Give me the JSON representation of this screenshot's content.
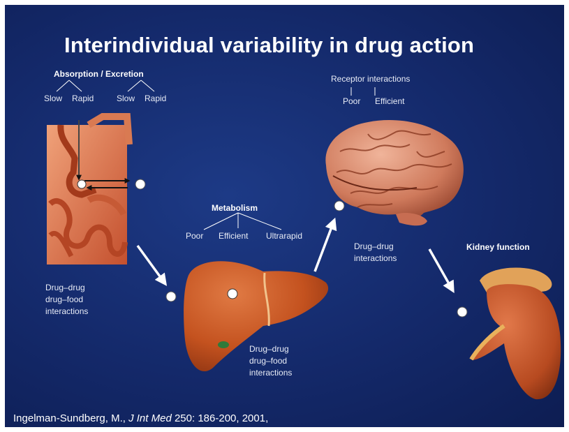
{
  "title": "Interindividual variability in drug action",
  "absorption": {
    "heading": "Absorption / Excretion",
    "levels": [
      "Slow",
      "Rapid",
      "Slow",
      "Rapid"
    ],
    "note": [
      "Drug–drug",
      "drug–food",
      "interactions"
    ]
  },
  "metabolism": {
    "heading": "Metabolism",
    "levels": [
      "Poor",
      "Efficient",
      "Ultrarapid"
    ],
    "note": [
      "Drug–drug",
      "drug–food",
      "interactions"
    ]
  },
  "receptor": {
    "heading": "Receptor interactions",
    "levels": [
      "Poor",
      "Efficient"
    ],
    "note": [
      "Drug–drug",
      "interactions"
    ]
  },
  "kidney": {
    "heading": "Kidney function"
  },
  "citation": {
    "authors": "Ingelman-Sundberg, M.,",
    "journal": "J Int Med",
    "details": "250: 186-200, 2001,"
  },
  "colors": {
    "background": "#14296a",
    "organ": "#c9542a",
    "arrow": "#ffffff"
  },
  "icons": [
    "intestine-illustration",
    "liver-illustration",
    "brain-illustration",
    "kidney-illustration"
  ]
}
